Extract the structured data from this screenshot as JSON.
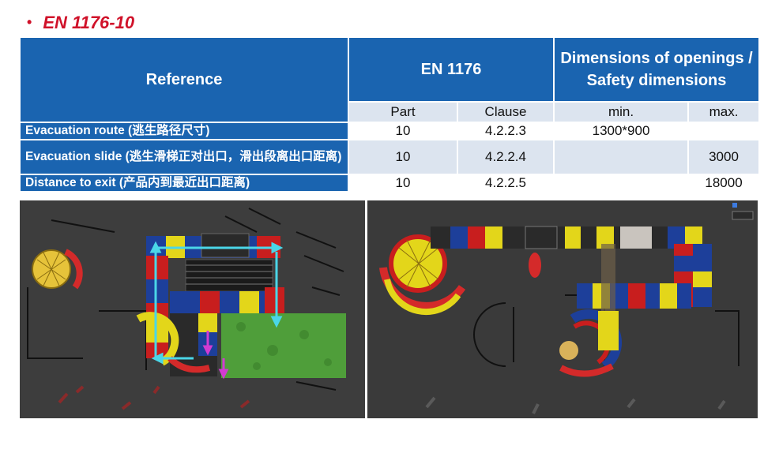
{
  "title": "EN 1176-10",
  "bullet": "•",
  "table": {
    "reference_header": "Reference",
    "standard_header": "EN 1176",
    "dimensions_header": "Dimensions of openings / Safety dimensions",
    "sub_headers": {
      "part": "Part",
      "clause": "Clause",
      "min": "min.",
      "max": "max."
    },
    "rows": [
      {
        "label": "Evacuation route (逃生路径尺寸)",
        "part": "10",
        "clause": "4.2.2.3",
        "min": "1300*900",
        "max": ""
      },
      {
        "label": "Evacuation slide (逃生滑梯正对出口，滑出段离出口距离)",
        "part": "10",
        "clause": "4.2.2.4",
        "min": "",
        "max": "3000"
      },
      {
        "label": "Distance to exit (产品内到最近出口距离)",
        "part": "10",
        "clause": "4.2.2.5",
        "min": "",
        "max": "18000"
      }
    ]
  },
  "images": {
    "left": {
      "icon": "top-view-render"
    },
    "right": {
      "icon": "perspective-render",
      "window_button": ""
    }
  },
  "colors": {
    "title_red": "#d0122a",
    "header_blue": "#1a64b0",
    "row_alt": "#dce4ef"
  }
}
